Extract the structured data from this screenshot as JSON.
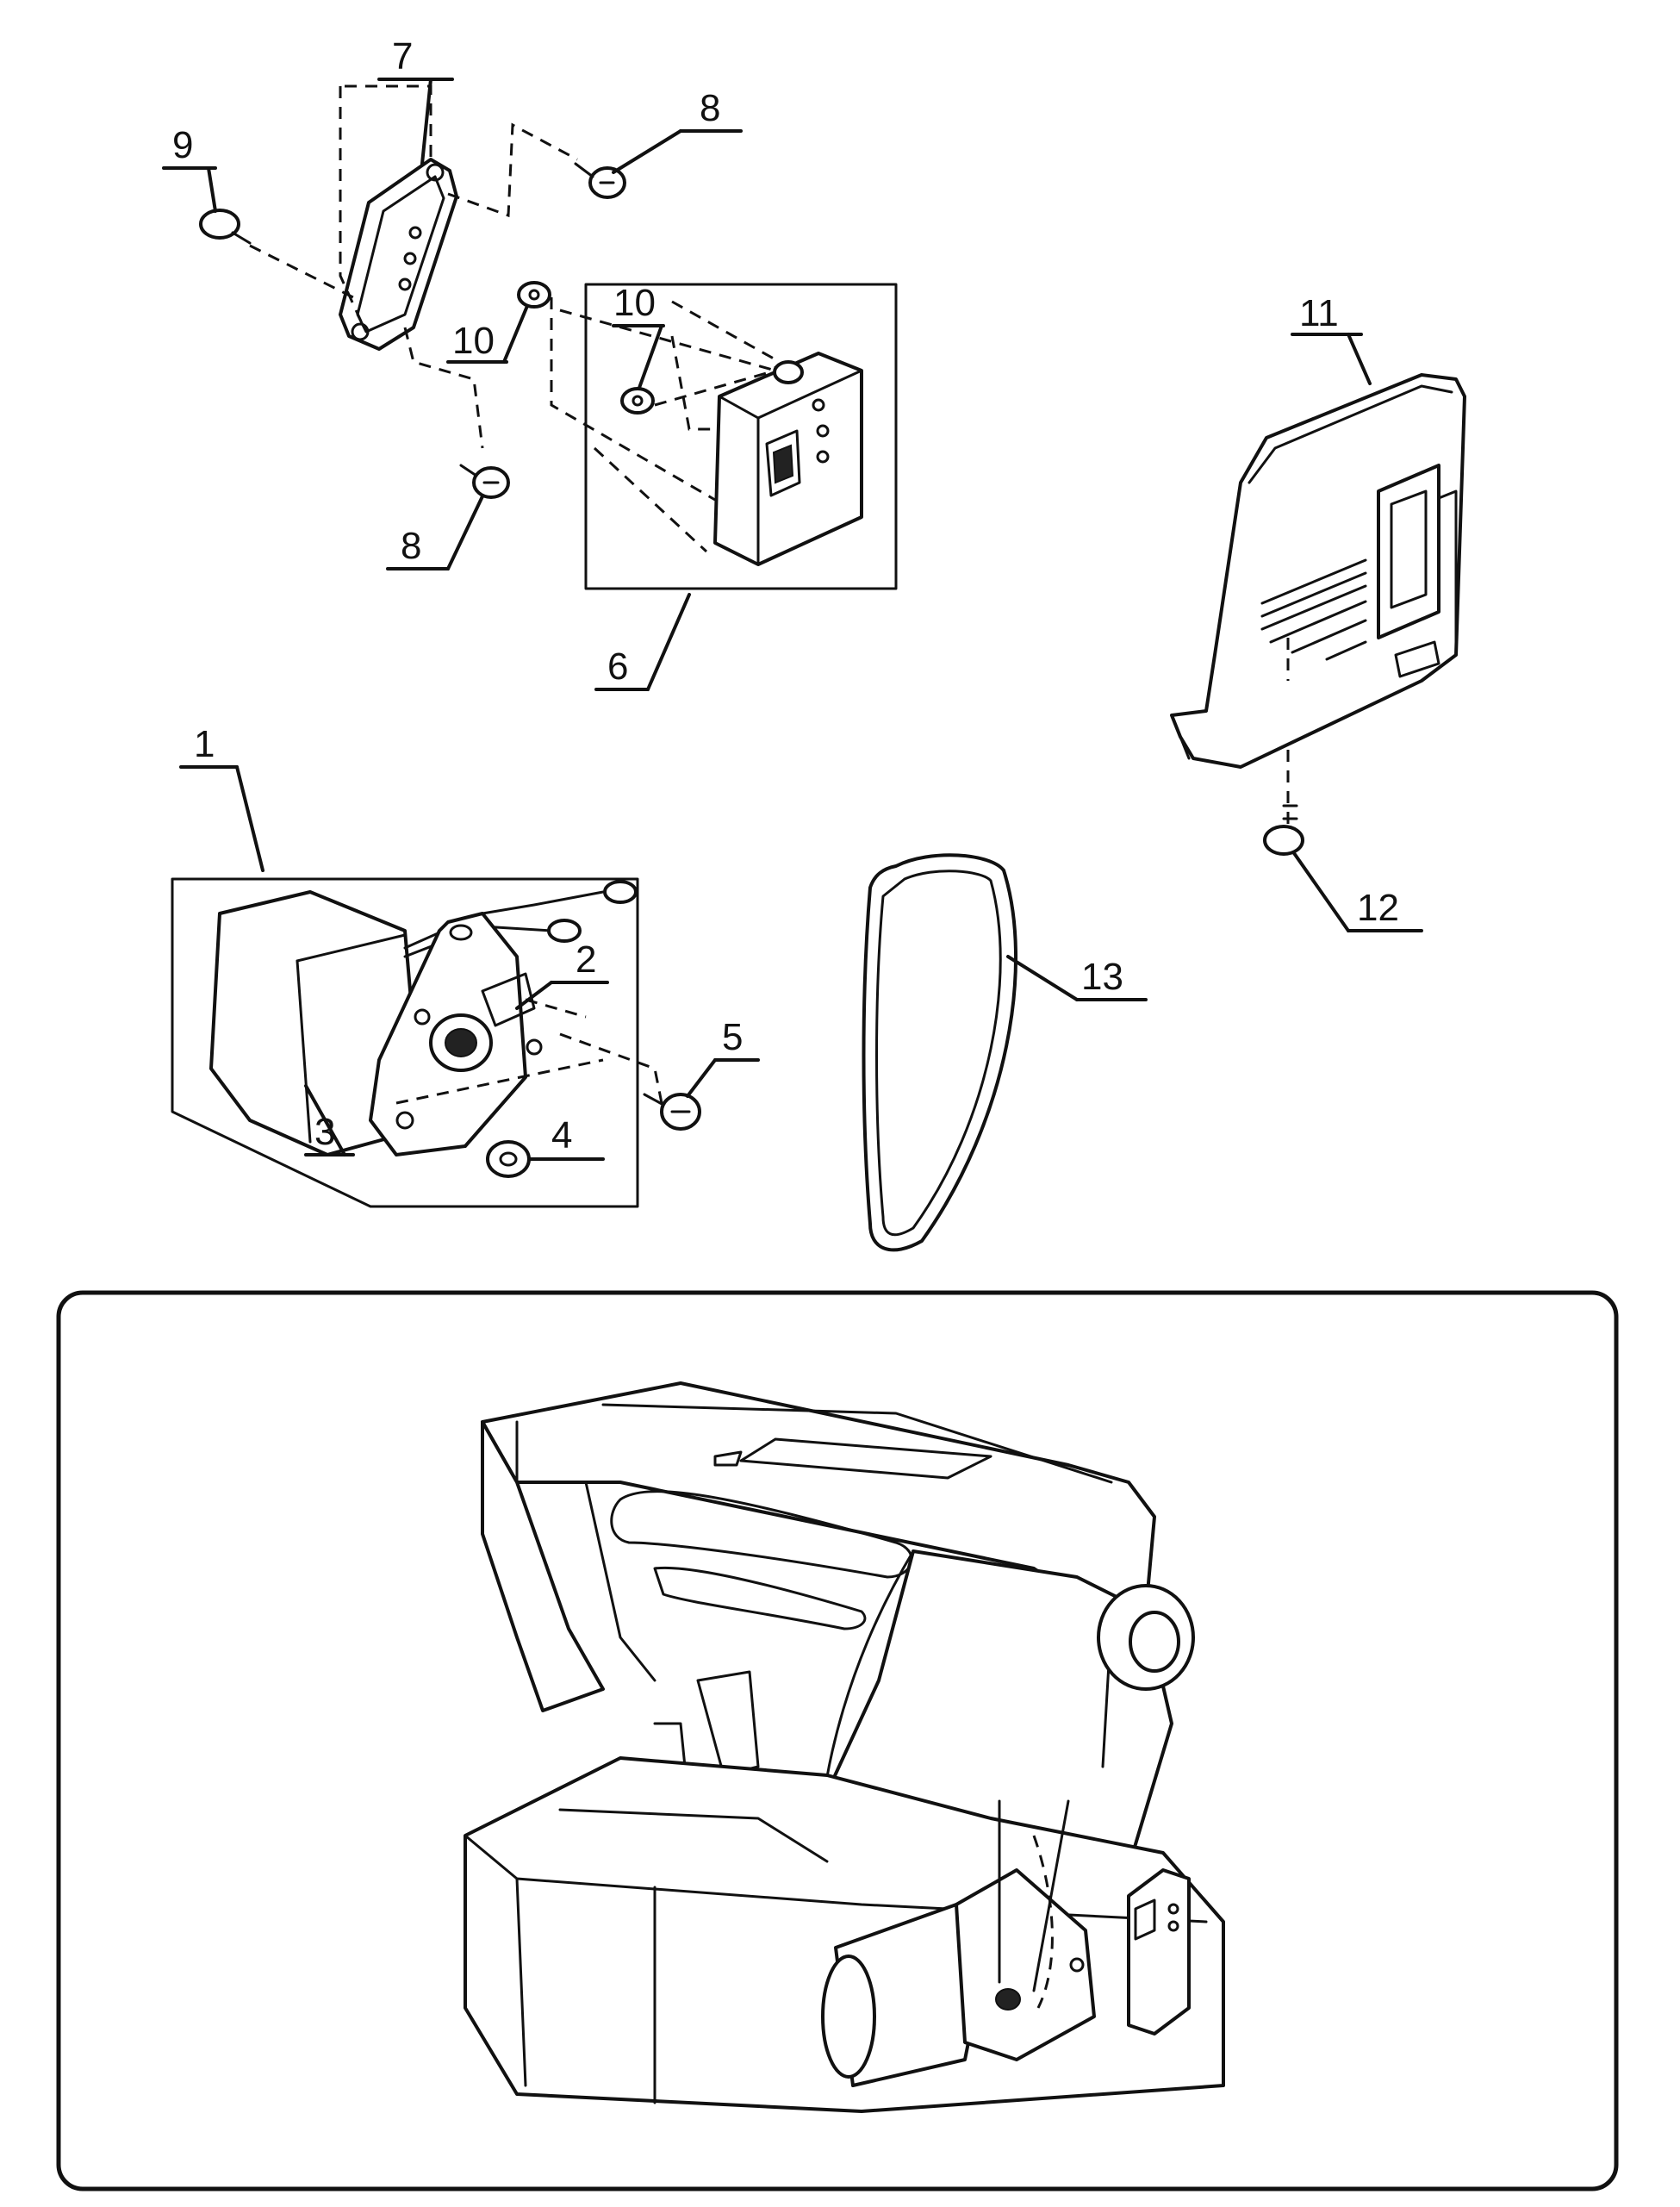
{
  "callouts": {
    "c1": "1",
    "c2": "2",
    "c3": "3",
    "c4": "4",
    "c5": "5",
    "c6": "6",
    "c7": "7",
    "c8a": "8",
    "c8b": "8",
    "c9": "9",
    "c10a": "10",
    "c10b": "10",
    "c11": "11",
    "c12": "12",
    "c13": "13"
  },
  "colors": {
    "ink": "#111111",
    "paper": "#ffffff"
  }
}
